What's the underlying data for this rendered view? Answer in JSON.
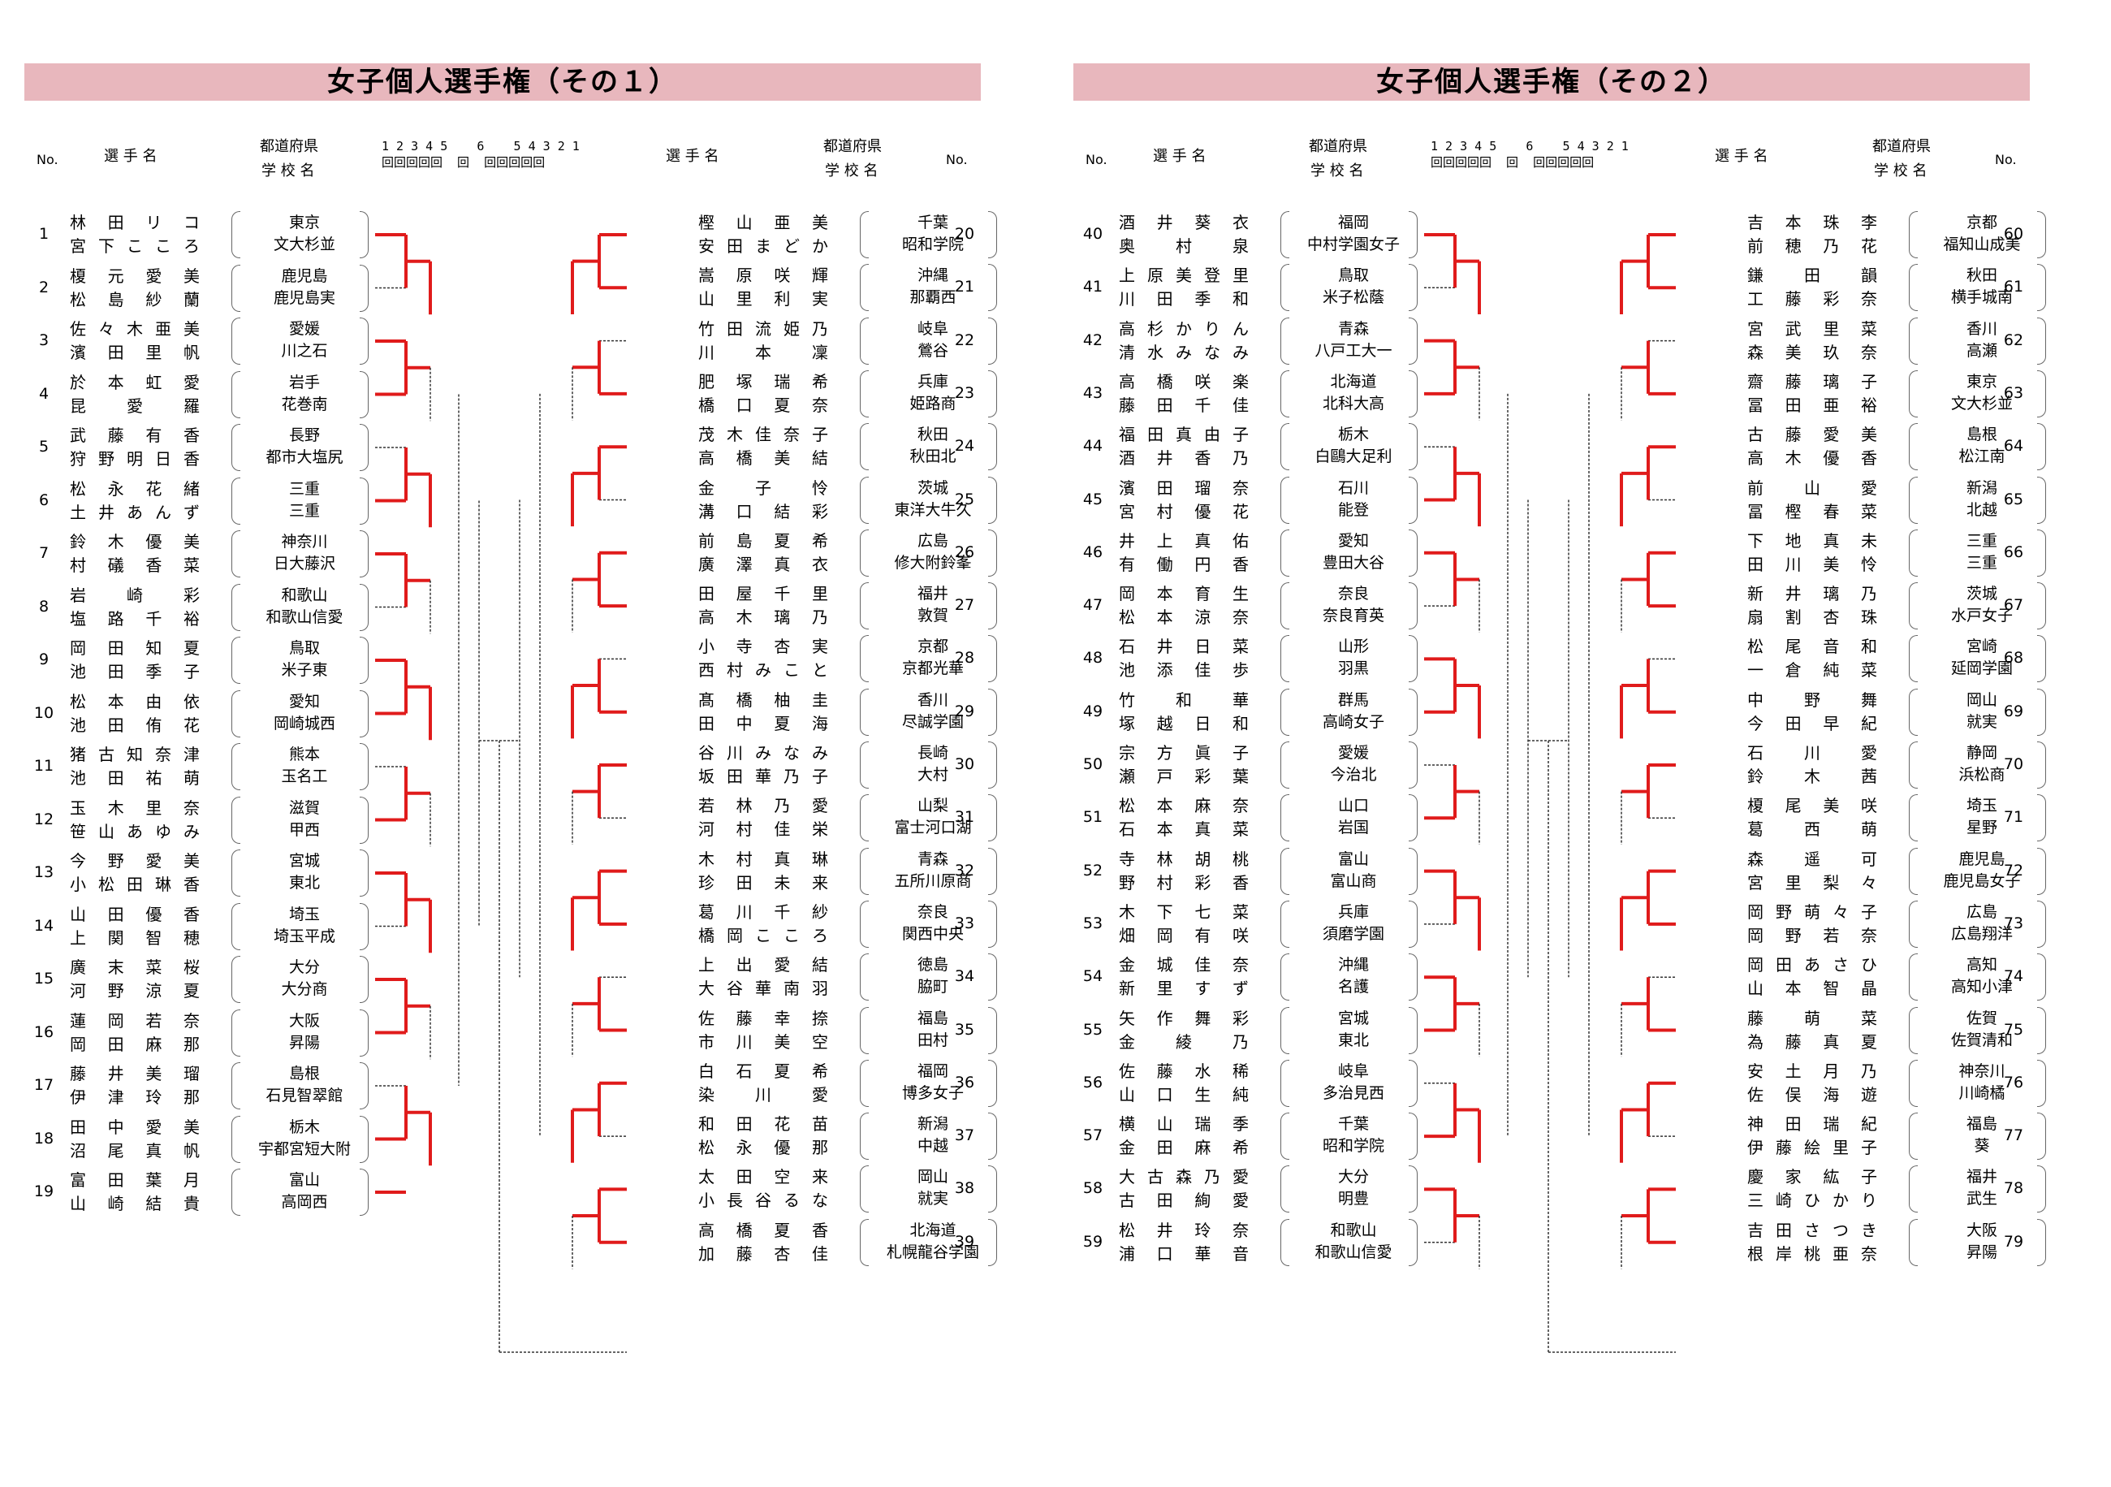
{
  "colors": {
    "win_line": "#e01b1b",
    "title_bg": "#e8b7bd",
    "lose_line": "#333333"
  },
  "headers": {
    "no": "No.",
    "player": "選 手 名",
    "pref": "都道府県",
    "school": "学 校 名",
    "rounds_left": "1 2 3 4 5    6    5 4 3 2 1",
    "rounds_marks": "回回回回回  回  回回回回回"
  },
  "panels": [
    {
      "title": "女子個人選手権（その１）",
      "left": [
        {
          "no": "1",
          "p1": "林田リコ",
          "p2": "宮下こころ",
          "pref": "東京",
          "school": "文大杉並"
        },
        {
          "no": "2",
          "p1": "榎元愛美",
          "p2": "松島紗蘭",
          "pref": "鹿児島",
          "school": "鹿児島実"
        },
        {
          "no": "3",
          "p1": "佐々木亜美",
          "p2": "濱田里帆",
          "pref": "愛媛",
          "school": "川之石"
        },
        {
          "no": "4",
          "p1": "於本虹愛",
          "p2": "昆愛羅",
          "pref": "岩手",
          "school": "花巻南"
        },
        {
          "no": "5",
          "p1": "武藤有香",
          "p2": "狩野明日香",
          "pref": "長野",
          "school": "都市大塩尻"
        },
        {
          "no": "6",
          "p1": "松永花緒",
          "p2": "土井あんず",
          "pref": "三重",
          "school": "三重"
        },
        {
          "no": "7",
          "p1": "鈴木優美",
          "p2": "村礒香菜",
          "pref": "神奈川",
          "school": "日大藤沢"
        },
        {
          "no": "8",
          "p1": "岩崎彩",
          "p2": "塩路千裕",
          "pref": "和歌山",
          "school": "和歌山信愛"
        },
        {
          "no": "9",
          "p1": "岡田知夏",
          "p2": "池田季子",
          "pref": "鳥取",
          "school": "米子東"
        },
        {
          "no": "10",
          "p1": "松本由依",
          "p2": "池田侑花",
          "pref": "愛知",
          "school": "岡崎城西"
        },
        {
          "no": "11",
          "p1": "猪古知奈津",
          "p2": "池田祐萌",
          "pref": "熊本",
          "school": "玉名工"
        },
        {
          "no": "12",
          "p1": "玉木里奈",
          "p2": "笹山あゆみ",
          "pref": "滋賀",
          "school": "甲西"
        },
        {
          "no": "13",
          "p1": "今野愛美",
          "p2": "小松田琳香",
          "pref": "宮城",
          "school": "東北"
        },
        {
          "no": "14",
          "p1": "山田優香",
          "p2": "上関智穂",
          "pref": "埼玉",
          "school": "埼玉平成"
        },
        {
          "no": "15",
          "p1": "廣末菜桜",
          "p2": "河野涼夏",
          "pref": "大分",
          "school": "大分商"
        },
        {
          "no": "16",
          "p1": "蓮岡若奈",
          "p2": "岡田麻那",
          "pref": "大阪",
          "school": "昇陽"
        },
        {
          "no": "17",
          "p1": "藤井美瑠",
          "p2": "伊津玲那",
          "pref": "島根",
          "school": "石見智翠館"
        },
        {
          "no": "18",
          "p1": "田中愛美",
          "p2": "沼尾真帆",
          "pref": "栃木",
          "school": "宇都宮短大附"
        },
        {
          "no": "19",
          "p1": "富田葉月",
          "p2": "山崎結貴",
          "pref": "富山",
          "school": "高岡西"
        }
      ],
      "right": [
        {
          "no": "20",
          "p1": "樫山亜美",
          "p2": "安田まどか",
          "pref": "千葉",
          "school": "昭和学院"
        },
        {
          "no": "21",
          "p1": "嵩原咲輝",
          "p2": "山里利実",
          "pref": "沖縄",
          "school": "那覇西"
        },
        {
          "no": "22",
          "p1": "竹田流姫乃",
          "p2": "川本凜",
          "pref": "岐阜",
          "school": "鶯谷"
        },
        {
          "no": "23",
          "p1": "肥塚瑞希",
          "p2": "橋口夏奈",
          "pref": "兵庫",
          "school": "姫路商"
        },
        {
          "no": "24",
          "p1": "茂木佳奈子",
          "p2": "高橋美結",
          "pref": "秋田",
          "school": "秋田北"
        },
        {
          "no": "25",
          "p1": "金子怜",
          "p2": "溝口結彩",
          "pref": "茨城",
          "school": "東洋大牛久"
        },
        {
          "no": "26",
          "p1": "前島夏希",
          "p2": "廣澤真衣",
          "pref": "広島",
          "school": "修大附鈴峯"
        },
        {
          "no": "27",
          "p1": "田屋千里",
          "p2": "高木璃乃",
          "pref": "福井",
          "school": "敦賀"
        },
        {
          "no": "28",
          "p1": "小寺杏実",
          "p2": "西村みこと",
          "pref": "京都",
          "school": "京都光華"
        },
        {
          "no": "29",
          "p1": "髙橋柚圭",
          "p2": "田中夏海",
          "pref": "香川",
          "school": "尽誠学園"
        },
        {
          "no": "30",
          "p1": "谷川みなみ",
          "p2": "坂田華乃子",
          "pref": "長崎",
          "school": "大村"
        },
        {
          "no": "31",
          "p1": "若林乃愛",
          "p2": "河村佳栄",
          "pref": "山梨",
          "school": "富士河口湖"
        },
        {
          "no": "32",
          "p1": "木村真琳",
          "p2": "珍田未来",
          "pref": "青森",
          "school": "五所川原商"
        },
        {
          "no": "33",
          "p1": "葛川千紗",
          "p2": "橋岡こころ",
          "pref": "奈良",
          "school": "関西中央"
        },
        {
          "no": "34",
          "p1": "上出愛結",
          "p2": "大谷華南羽",
          "pref": "徳島",
          "school": "脇町"
        },
        {
          "no": "35",
          "p1": "佐藤幸捺",
          "p2": "市川美空",
          "pref": "福島",
          "school": "田村"
        },
        {
          "no": "36",
          "p1": "白石夏希",
          "p2": "染川愛",
          "pref": "福岡",
          "school": "博多女子"
        },
        {
          "no": "37",
          "p1": "和田花苗",
          "p2": "松永優那",
          "pref": "新潟",
          "school": "中越"
        },
        {
          "no": "38",
          "p1": "太田空来",
          "p2": "小長谷るな",
          "pref": "岡山",
          "school": "就実"
        },
        {
          "no": "39",
          "p1": "高橋夏香",
          "p2": "加藤杏佳",
          "pref": "北海道",
          "school": "札幌龍谷学園"
        }
      ]
    },
    {
      "title": "女子個人選手権（その２）",
      "left": [
        {
          "no": "40",
          "p1": "酒井葵衣",
          "p2": "奥村泉",
          "pref": "福岡",
          "school": "中村学園女子"
        },
        {
          "no": "41",
          "p1": "上原美登里",
          "p2": "川田季和",
          "pref": "鳥取",
          "school": "米子松蔭"
        },
        {
          "no": "42",
          "p1": "高杉かりん",
          "p2": "清水みなみ",
          "pref": "青森",
          "school": "八戸工大一"
        },
        {
          "no": "43",
          "p1": "高橋咲楽",
          "p2": "藤田千佳",
          "pref": "北海道",
          "school": "北科大高"
        },
        {
          "no": "44",
          "p1": "福田真由子",
          "p2": "酒井香乃",
          "pref": "栃木",
          "school": "白鷗大足利"
        },
        {
          "no": "45",
          "p1": "濱田瑠奈",
          "p2": "宮村優花",
          "pref": "石川",
          "school": "能登"
        },
        {
          "no": "46",
          "p1": "井上真佑",
          "p2": "有働円香",
          "pref": "愛知",
          "school": "豊田大谷"
        },
        {
          "no": "47",
          "p1": "岡本育生",
          "p2": "松本涼奈",
          "pref": "奈良",
          "school": "奈良育英"
        },
        {
          "no": "48",
          "p1": "石井日菜",
          "p2": "池添佳歩",
          "pref": "山形",
          "school": "羽黒"
        },
        {
          "no": "49",
          "p1": "竹和華",
          "p2": "塚越日和",
          "pref": "群馬",
          "school": "高崎女子"
        },
        {
          "no": "50",
          "p1": "宗方眞子",
          "p2": "瀬戸彩葉",
          "pref": "愛媛",
          "school": "今治北"
        },
        {
          "no": "51",
          "p1": "松本麻奈",
          "p2": "石本真菜",
          "pref": "山口",
          "school": "岩国"
        },
        {
          "no": "52",
          "p1": "寺林胡桃",
          "p2": "野村彩香",
          "pref": "富山",
          "school": "富山商"
        },
        {
          "no": "53",
          "p1": "木下七菜",
          "p2": "畑岡有咲",
          "pref": "兵庫",
          "school": "須磨学園"
        },
        {
          "no": "54",
          "p1": "金城佳奈",
          "p2": "新里すず",
          "pref": "沖縄",
          "school": "名護"
        },
        {
          "no": "55",
          "p1": "矢作舞彩",
          "p2": "金綾乃",
          "pref": "宮城",
          "school": "東北"
        },
        {
          "no": "56",
          "p1": "佐藤水稀",
          "p2": "山口生純",
          "pref": "岐阜",
          "school": "多治見西"
        },
        {
          "no": "57",
          "p1": "横山瑞季",
          "p2": "金田麻希",
          "pref": "千葉",
          "school": "昭和学院"
        },
        {
          "no": "58",
          "p1": "大古森乃愛",
          "p2": "古田絢愛",
          "pref": "大分",
          "school": "明豊"
        },
        {
          "no": "59",
          "p1": "松井玲奈",
          "p2": "浦口華音",
          "pref": "和歌山",
          "school": "和歌山信愛"
        }
      ],
      "right": [
        {
          "no": "60",
          "p1": "吉本珠李",
          "p2": "前穂乃花",
          "pref": "京都",
          "school": "福知山成美"
        },
        {
          "no": "61",
          "p1": "鎌田韻",
          "p2": "工藤彩奈",
          "pref": "秋田",
          "school": "横手城南"
        },
        {
          "no": "62",
          "p1": "宮武里菜",
          "p2": "森美玖奈",
          "pref": "香川",
          "school": "高瀬"
        },
        {
          "no": "63",
          "p1": "齋藤璃子",
          "p2": "冨田亜裕",
          "pref": "東京",
          "school": "文大杉並"
        },
        {
          "no": "64",
          "p1": "古藤愛美",
          "p2": "高木優香",
          "pref": "島根",
          "school": "松江南"
        },
        {
          "no": "65",
          "p1": "前山愛",
          "p2": "冨樫春菜",
          "pref": "新潟",
          "school": "北越"
        },
        {
          "no": "66",
          "p1": "下地真未",
          "p2": "田川美怜",
          "pref": "三重",
          "school": "三重"
        },
        {
          "no": "67",
          "p1": "新井璃乃",
          "p2": "扇割杏珠",
          "pref": "茨城",
          "school": "水戸女子"
        },
        {
          "no": "68",
          "p1": "松尾音和",
          "p2": "一倉純菜",
          "pref": "宮崎",
          "school": "延岡学園"
        },
        {
          "no": "69",
          "p1": "中野舞",
          "p2": "今田早紀",
          "pref": "岡山",
          "school": "就実"
        },
        {
          "no": "70",
          "p1": "石川愛",
          "p2": "鈴木茜",
          "pref": "静岡",
          "school": "浜松商"
        },
        {
          "no": "71",
          "p1": "榎尾美咲",
          "p2": "葛西萌",
          "pref": "埼玉",
          "school": "星野"
        },
        {
          "no": "72",
          "p1": "森遥可",
          "p2": "宮里梨々",
          "pref": "鹿児島",
          "school": "鹿児島女子"
        },
        {
          "no": "73",
          "p1": "岡野萌々子",
          "p2": "岡野若奈",
          "pref": "広島",
          "school": "広島翔洋"
        },
        {
          "no": "74",
          "p1": "岡田あさひ",
          "p2": "山本智晶",
          "pref": "高知",
          "school": "高知小津"
        },
        {
          "no": "75",
          "p1": "藤萌菜",
          "p2": "為藤真夏",
          "pref": "佐賀",
          "school": "佐賀清和"
        },
        {
          "no": "76",
          "p1": "安土月乃",
          "p2": "佐俣海遊",
          "pref": "神奈川",
          "school": "川崎橘"
        },
        {
          "no": "77",
          "p1": "神田瑞紀",
          "p2": "伊藤絵里子",
          "pref": "福島",
          "school": "葵"
        },
        {
          "no": "78",
          "p1": "慶家紘子",
          "p2": "三崎ひかり",
          "pref": "福井",
          "school": "武生"
        },
        {
          "no": "79",
          "p1": "吉田さつき",
          "p2": "根岸桃亜奈",
          "pref": "大阪",
          "school": "昇陽"
        }
      ]
    }
  ]
}
